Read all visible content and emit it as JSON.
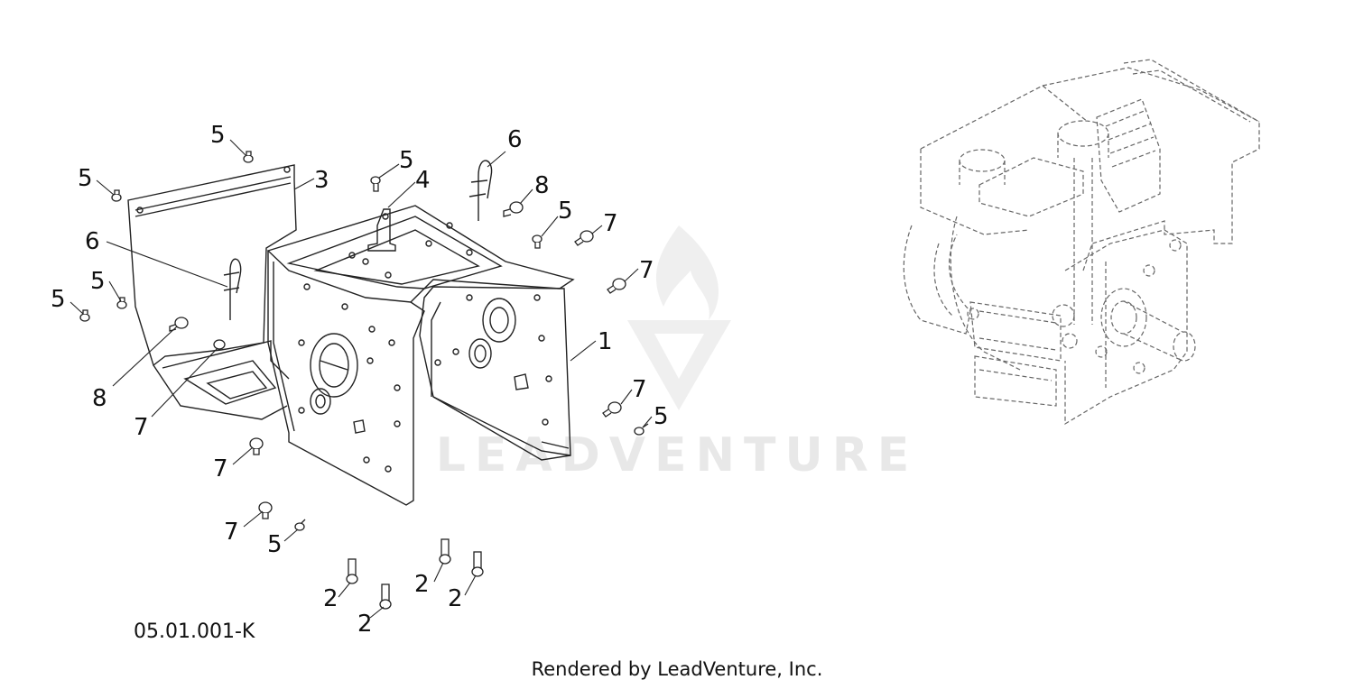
{
  "diagram": {
    "code": "05.01.001-K",
    "footer": "Rendered by LeadVenture, Inc.",
    "watermark": "LEADVENTURE",
    "callouts": {
      "c1": "1",
      "c2a": "2",
      "c2b": "2",
      "c2c": "2",
      "c2d": "2",
      "c3": "3",
      "c4": "4",
      "c5a": "5",
      "c5b": "5",
      "c5c": "5",
      "c5d": "5",
      "c5e": "5",
      "c5f": "5",
      "c5g": "5",
      "c5h": "5",
      "c6a": "6",
      "c6b": "6",
      "c7a": "7",
      "c7b": "7",
      "c7c": "7",
      "c7d": "7",
      "c7e": "7",
      "c7f": "7",
      "c8a": "8",
      "c8b": "8"
    }
  }
}
